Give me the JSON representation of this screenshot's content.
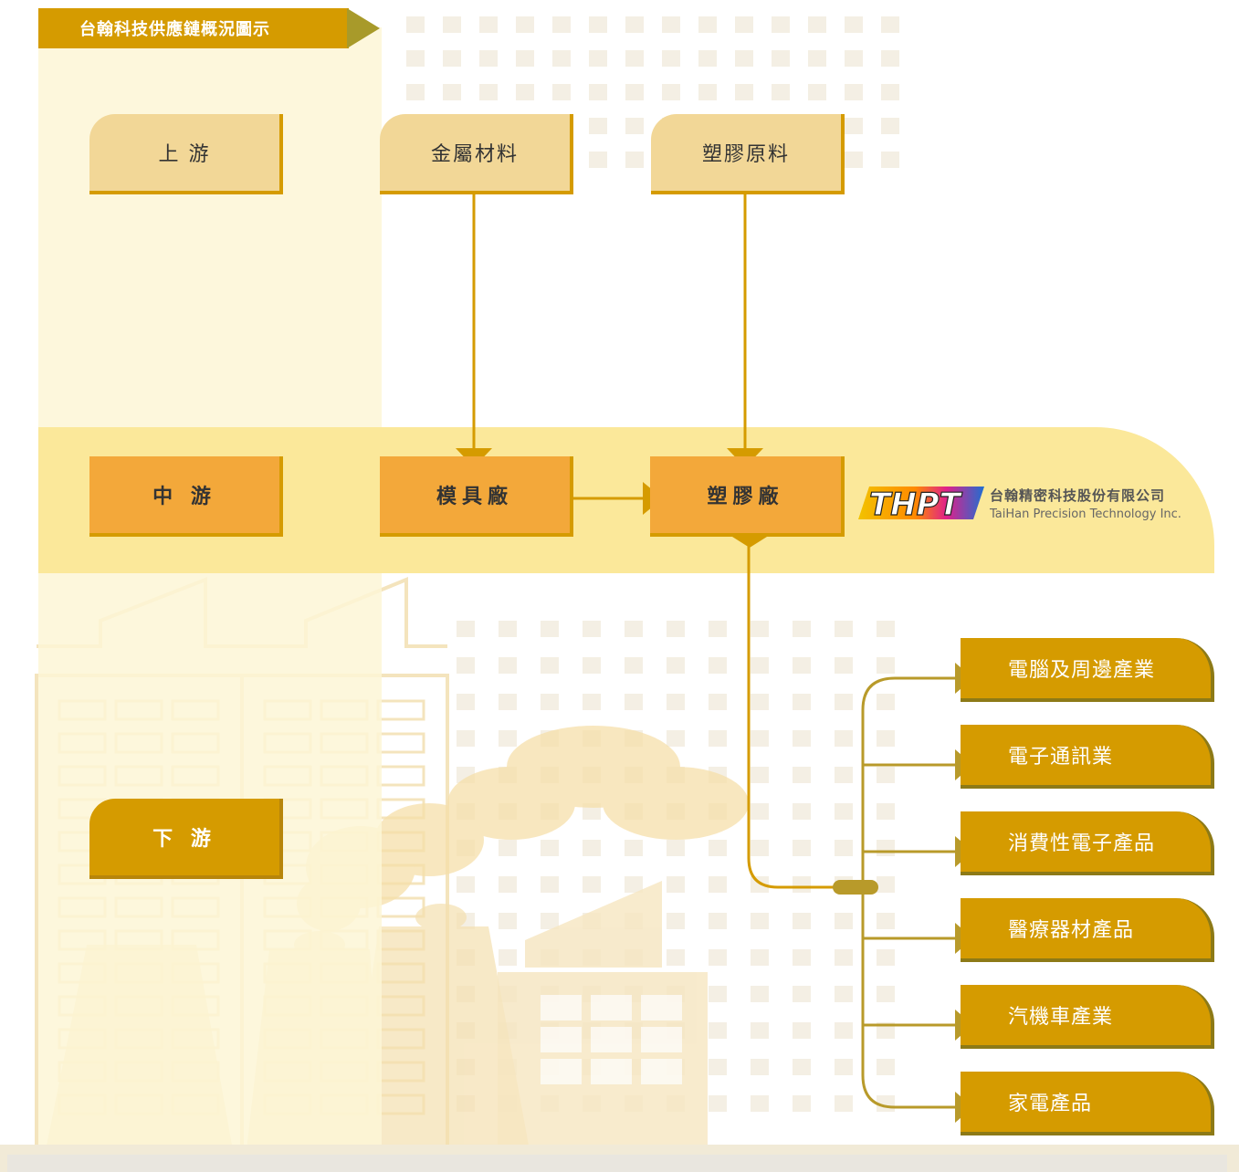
{
  "title": "台翰科技供應鏈概況圖示",
  "stages": {
    "upstream": "上 游",
    "midstream": "中 游",
    "downstream": "下 游"
  },
  "upstream_items": [
    "金屬材料",
    "塑膠原料"
  ],
  "midstream_items": [
    "模具廠",
    "塑膠廠"
  ],
  "industries": [
    "電腦及周邊產業",
    "電子通訊業",
    "消費性電子產品",
    "醫療器材產品",
    "汽機車產業",
    "家電產品"
  ],
  "logo": {
    "mark": "THPT",
    "company_cn": "台翰精密科技股份有限公司",
    "company_en": "TaiHan Precision Technology Inc."
  },
  "colors": {
    "gold": "#d59b00",
    "orange": "#f3a83a",
    "light_gold": "#f2d797",
    "band_yellow": "#fbe89a",
    "connector": "#b89a2a"
  }
}
